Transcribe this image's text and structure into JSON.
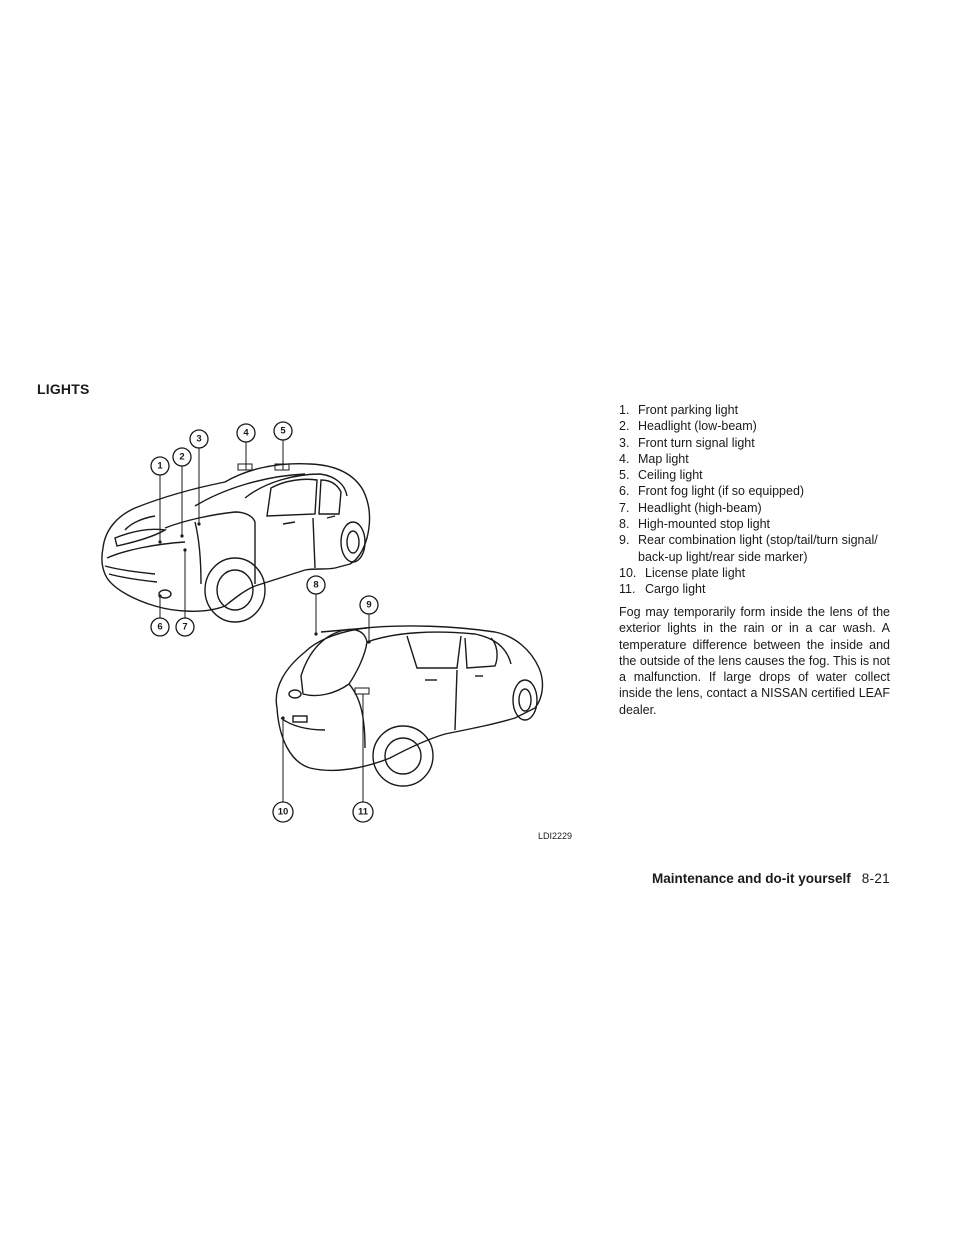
{
  "page": {
    "title": "LIGHTS",
    "figure_id": "LDI2229",
    "list": [
      {
        "num": "1.",
        "text": "Front parking light"
      },
      {
        "num": "2.",
        "text": "Headlight (low-beam)"
      },
      {
        "num": "3.",
        "text": "Front turn signal light"
      },
      {
        "num": "4.",
        "text": "Map light"
      },
      {
        "num": "5.",
        "text": "Ceiling light"
      },
      {
        "num": "6.",
        "text": "Front fog light (if so equipped)"
      },
      {
        "num": "7.",
        "text": "Headlight (high-beam)"
      },
      {
        "num": "8.",
        "text": "High-mounted stop light"
      },
      {
        "num": "9.",
        "text": "Rear combination light (stop/tail/turn signal/ back-up light/rear side marker)"
      },
      {
        "num": "10.",
        "text": "License plate light"
      },
      {
        "num": "11.",
        "text": "Cargo light"
      }
    ],
    "paragraph": "Fog may temporarily form inside the lens of the exterior lights in the rain or in a car wash. A temperature difference between the inside and the outside of the lens causes the fog. This is not a malfunction. If large drops of water collect inside the lens, contact a NISSAN certified LEAF dealer.",
    "footer": {
      "section": "Maintenance and do-it yourself",
      "page": "8-21"
    }
  },
  "figure": {
    "callouts": [
      "1",
      "2",
      "3",
      "4",
      "5",
      "6",
      "7",
      "8",
      "9",
      "10",
      "11"
    ]
  }
}
